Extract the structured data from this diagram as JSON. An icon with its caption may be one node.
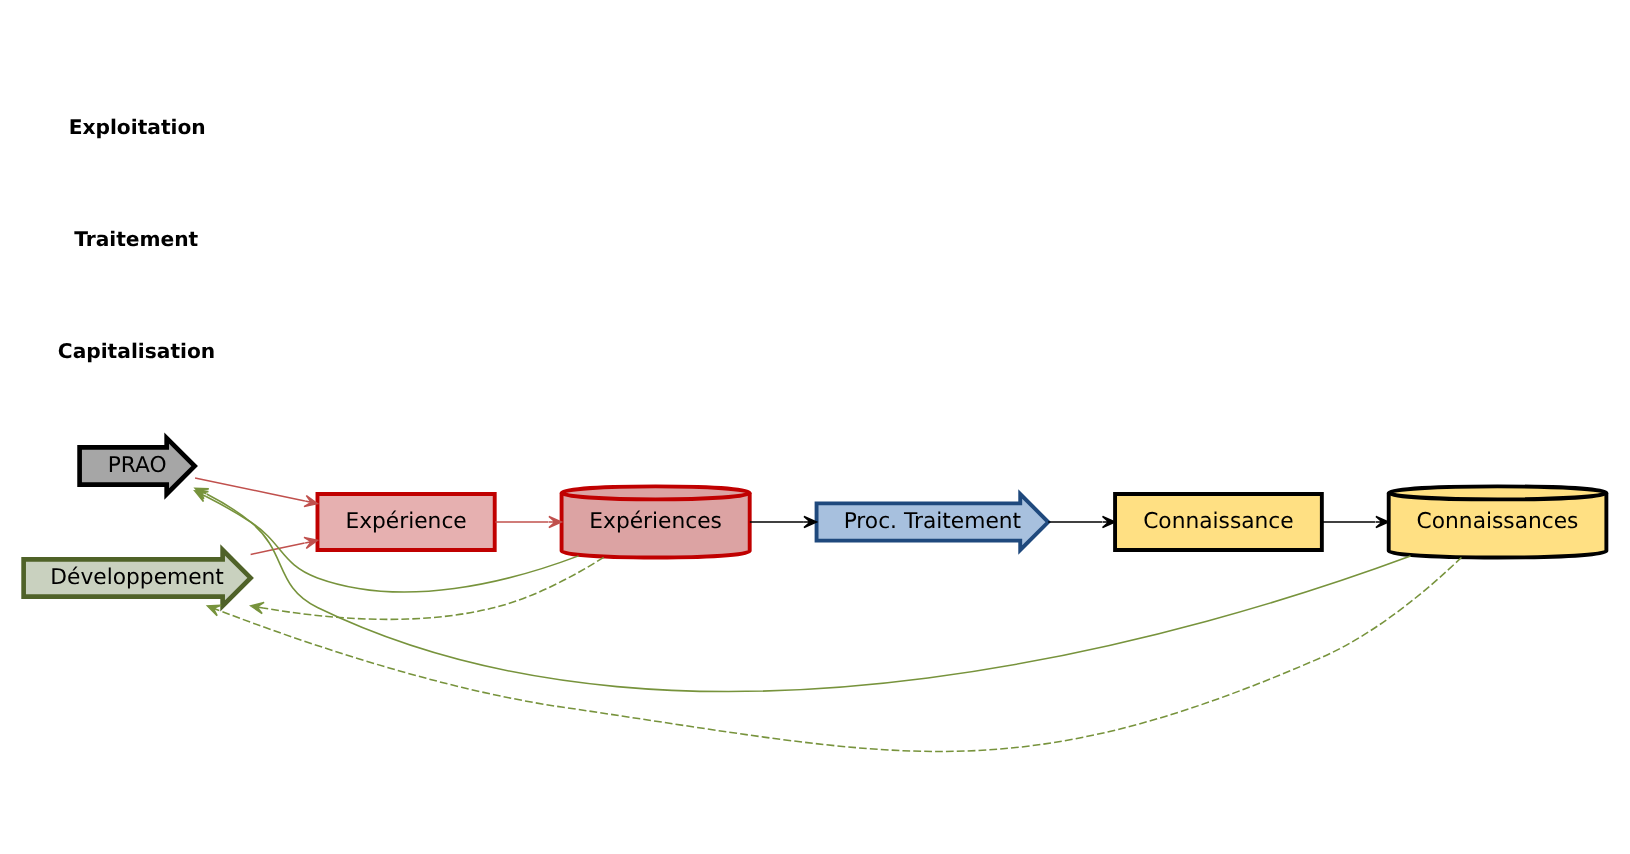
{
  "diagram": {
    "nodes": [
      {
        "text": [
          "PRAO"
        ]
      },
      {
        "text": [
          "Développement"
        ]
      },
      {
        "text": [
          "Expérience"
        ]
      },
      {
        "text": [
          "Expériences"
        ]
      },
      {
        "text": [
          "Proc. Traitement"
        ]
      },
      {
        "text": [
          "Connaissance"
        ]
      },
      {
        "text": [
          "Connaissances"
        ]
      }
    ],
    "edges": [
      {
        "from": 0,
        "to": 2,
        "arrow": "to",
        "color": "#c0504d"
      },
      {
        "from": 1,
        "to": 2,
        "arrow": "to",
        "color": "#c0504d"
      },
      {
        "from": 2,
        "to": 3,
        "arrow": "to",
        "color": "#c0504d"
      },
      {
        "from": 3,
        "to": 4,
        "arrow": "to",
        "color": "#000000"
      },
      {
        "from": 4,
        "to": 5,
        "arrow": "to",
        "color": "#000000"
      },
      {
        "from": 5,
        "to": 6,
        "arrow": "to",
        "color": "#000000"
      },
      {
        "from": 3,
        "to": 0,
        "arrow": "to",
        "color": "#77933c"
      },
      {
        "from": 3,
        "to": 1,
        "arrow": "to",
        "style": "dashed",
        "color": "#77933c"
      },
      {
        "from": 6,
        "to": 0,
        "arrow": "to",
        "color": "#77933c"
      },
      {
        "from": 6,
        "to": 1,
        "arrow": "to",
        "style": "dashed",
        "color": "#77933c"
      }
    ],
    "labels": [
      "Capitalisation",
      "Traitement",
      "Exploitation"
    ]
  }
}
